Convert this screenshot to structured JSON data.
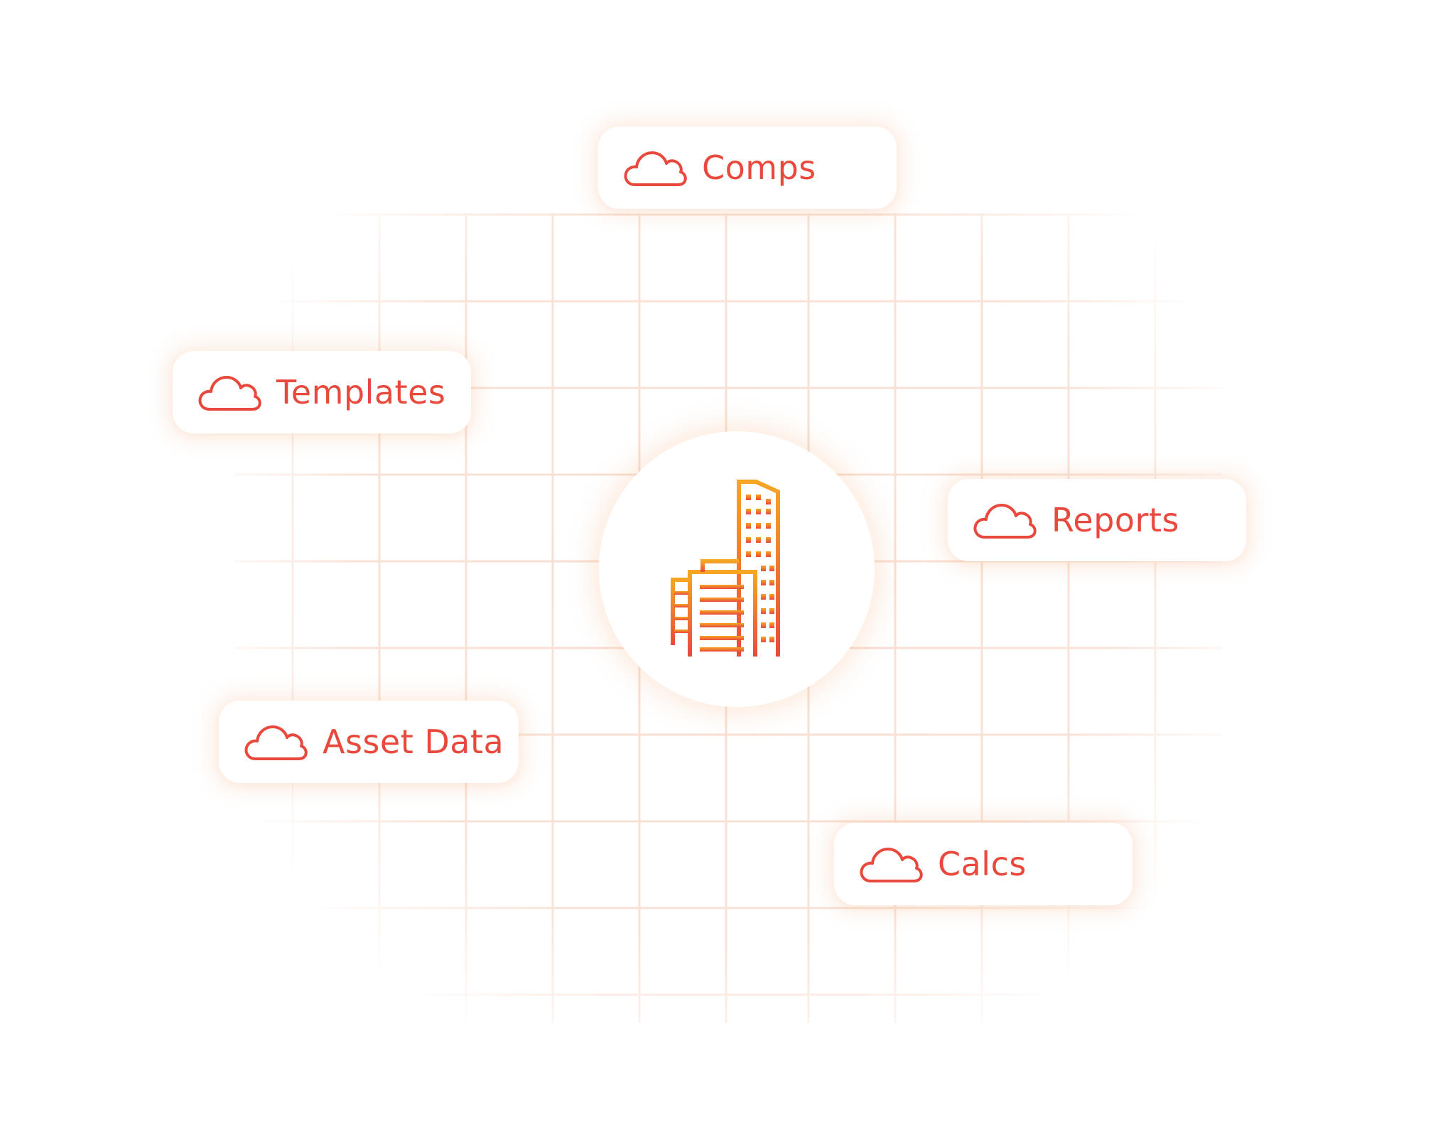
{
  "diagram": {
    "nodes": [
      {
        "id": "comps",
        "label": "Comps",
        "icon": "cloud-icon"
      },
      {
        "id": "templates",
        "label": "Templates",
        "icon": "cloud-icon"
      },
      {
        "id": "reports",
        "label": "Reports",
        "icon": "cloud-icon"
      },
      {
        "id": "asset-data",
        "label": "Asset Data",
        "icon": "cloud-icon"
      },
      {
        "id": "calcs",
        "label": "Calcs",
        "icon": "cloud-icon"
      }
    ],
    "hub": {
      "icon": "building-icon"
    }
  },
  "colors": {
    "accent": "#e8493c",
    "gradient_top": "#f5a623",
    "gradient_bottom": "#e8493c",
    "grid_line": "#f7ddd0",
    "glow": "#f6b282"
  }
}
